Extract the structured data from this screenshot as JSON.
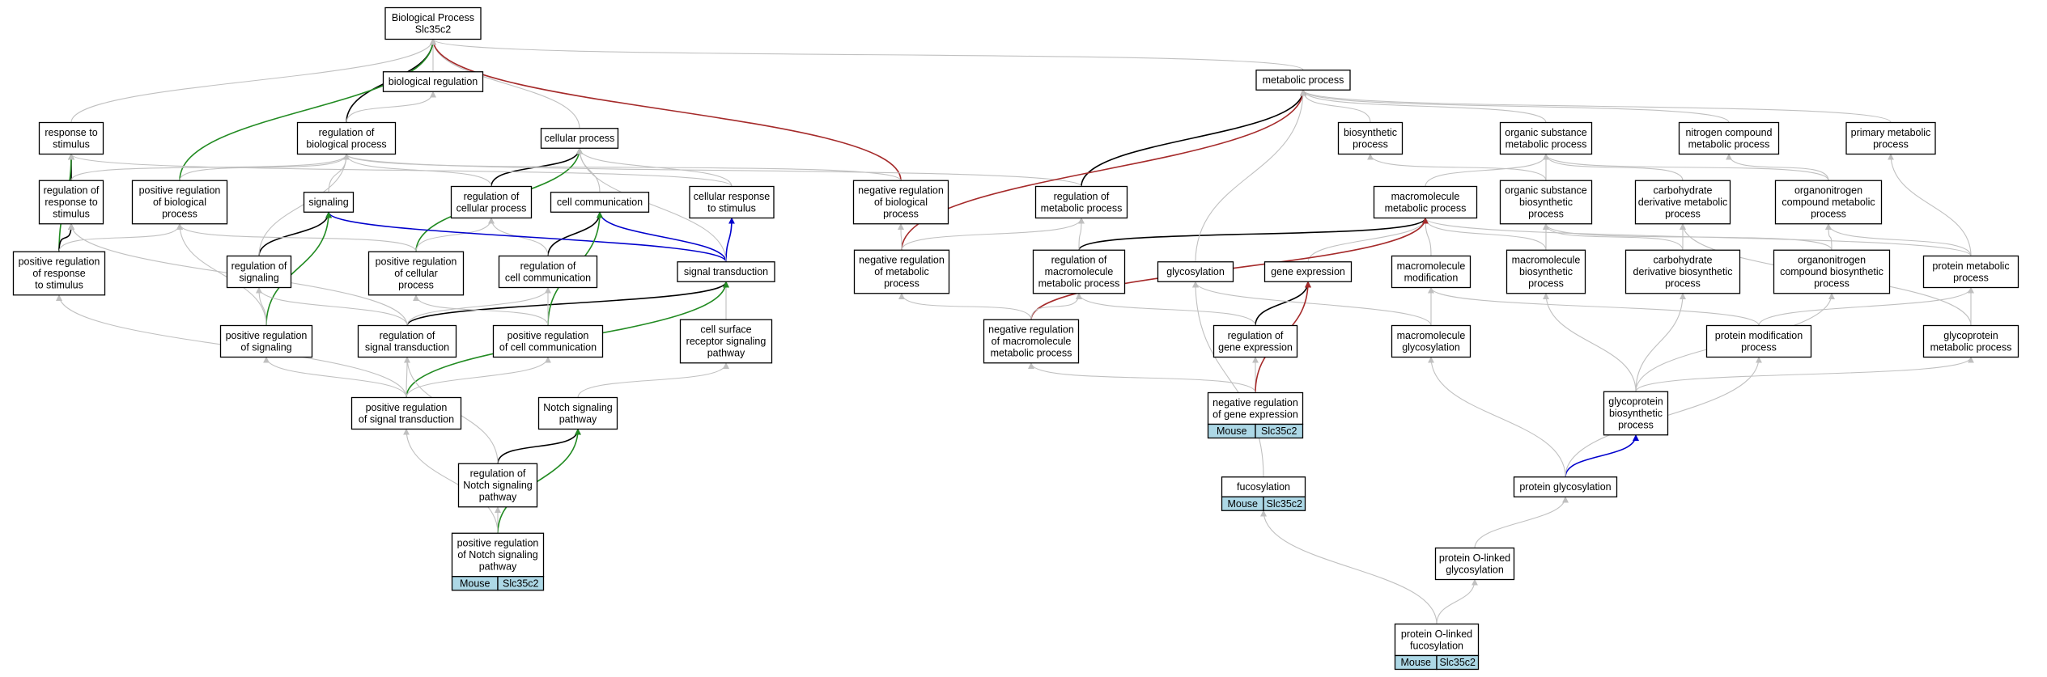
{
  "colors": {
    "gray": "#c0c0c0",
    "black": "#000000",
    "green": "#228b22",
    "blue": "#0000cd",
    "red": "#a52a2a",
    "tag": "#add8e6"
  },
  "nodes": [
    {
      "id": "bp",
      "lines": [
        "Biological Process",
        "Slc35c2"
      ]
    },
    {
      "id": "breg",
      "lines": [
        "biological regulation"
      ]
    },
    {
      "id": "resp",
      "lines": [
        "response to",
        "stimulus"
      ]
    },
    {
      "id": "regbp",
      "lines": [
        "regulation of",
        "biological process"
      ]
    },
    {
      "id": "cellp",
      "lines": [
        "cellular process"
      ]
    },
    {
      "id": "regresp",
      "lines": [
        "regulation of",
        "response to",
        "stimulus"
      ]
    },
    {
      "id": "posregbp",
      "lines": [
        "positive regulation",
        "of biological",
        "process"
      ]
    },
    {
      "id": "signaling",
      "lines": [
        "signaling"
      ]
    },
    {
      "id": "regcellp",
      "lines": [
        "regulation of",
        "cellular process"
      ]
    },
    {
      "id": "cellcomm",
      "lines": [
        "cell communication"
      ]
    },
    {
      "id": "cellresp",
      "lines": [
        "cellular response",
        "to stimulus"
      ]
    },
    {
      "id": "negregbp",
      "lines": [
        "negative regulation",
        "of biological",
        "process"
      ]
    },
    {
      "id": "posregresp",
      "lines": [
        "positive regulation",
        "of response",
        "to stimulus"
      ]
    },
    {
      "id": "regsig",
      "lines": [
        "regulation of",
        "signaling"
      ]
    },
    {
      "id": "posregcellp",
      "lines": [
        "positive regulation",
        "of cellular",
        "process"
      ]
    },
    {
      "id": "regcellcomm",
      "lines": [
        "regulation of",
        "cell communication"
      ]
    },
    {
      "id": "sigtrans",
      "lines": [
        "signal transduction"
      ]
    },
    {
      "id": "possig",
      "lines": [
        "positive regulation",
        "of signaling"
      ]
    },
    {
      "id": "regsigtrans",
      "lines": [
        "regulation of",
        "signal transduction"
      ]
    },
    {
      "id": "posregcellcomm",
      "lines": [
        "positive regulation",
        "of cell communication"
      ]
    },
    {
      "id": "cellsurf",
      "lines": [
        "cell surface",
        "receptor signaling",
        "pathway"
      ]
    },
    {
      "id": "posregsigtrans",
      "lines": [
        "positive regulation",
        "of signal transduction"
      ]
    },
    {
      "id": "notch",
      "lines": [
        "Notch signaling",
        "pathway"
      ]
    },
    {
      "id": "regnotch",
      "lines": [
        "regulation of",
        "Notch signaling",
        "pathway"
      ]
    },
    {
      "id": "posregnotch",
      "lines": [
        "positive regulation",
        "of Notch signaling",
        "pathway"
      ],
      "tag": [
        "Mouse",
        "Slc35c2"
      ]
    },
    {
      "id": "metab",
      "lines": [
        "metabolic process"
      ]
    },
    {
      "id": "biosyn",
      "lines": [
        "biosynthetic",
        "process"
      ]
    },
    {
      "id": "orgsub",
      "lines": [
        "organic substance",
        "metabolic process"
      ]
    },
    {
      "id": "nitro",
      "lines": [
        "nitrogen compound",
        "metabolic process"
      ]
    },
    {
      "id": "primary",
      "lines": [
        "primary metabolic",
        "process"
      ]
    },
    {
      "id": "regmetab",
      "lines": [
        "regulation of",
        "metabolic process"
      ]
    },
    {
      "id": "macro",
      "lines": [
        "macromolecule",
        "metabolic process"
      ]
    },
    {
      "id": "orgsubbio",
      "lines": [
        "organic substance",
        "biosynthetic",
        "process"
      ]
    },
    {
      "id": "carbmet",
      "lines": [
        "carbohydrate",
        "derivative metabolic",
        "process"
      ]
    },
    {
      "id": "organmet",
      "lines": [
        "organonitrogen",
        "compound metabolic",
        "process"
      ]
    },
    {
      "id": "negregmetab",
      "lines": [
        "negative regulation",
        "of metabolic",
        "process"
      ]
    },
    {
      "id": "regmacro",
      "lines": [
        "regulation of",
        "macromolecule",
        "metabolic process"
      ]
    },
    {
      "id": "glycosyl",
      "lines": [
        "glycosylation"
      ]
    },
    {
      "id": "geneexp",
      "lines": [
        "gene expression"
      ]
    },
    {
      "id": "macromod",
      "lines": [
        "macromolecule",
        "modification"
      ]
    },
    {
      "id": "macrobio",
      "lines": [
        "macromolecule",
        "biosynthetic",
        "process"
      ]
    },
    {
      "id": "carbbio",
      "lines": [
        "carbohydrate",
        "derivative biosynthetic",
        "process"
      ]
    },
    {
      "id": "organbio",
      "lines": [
        "organonitrogen",
        "compound biosynthetic",
        "process"
      ]
    },
    {
      "id": "protmet",
      "lines": [
        "protein metabolic",
        "process"
      ]
    },
    {
      "id": "negregmacro",
      "lines": [
        "negative regulation",
        "of macromolecule",
        "metabolic process"
      ]
    },
    {
      "id": "reggene",
      "lines": [
        "regulation of",
        "gene expression"
      ]
    },
    {
      "id": "macroglyc",
      "lines": [
        "macromolecule",
        "glycosylation"
      ]
    },
    {
      "id": "protmod",
      "lines": [
        "protein modification",
        "process"
      ]
    },
    {
      "id": "glycoprotmet",
      "lines": [
        "glycoprotein",
        "metabolic process"
      ]
    },
    {
      "id": "negreggene",
      "lines": [
        "negative regulation",
        "of gene expression"
      ],
      "tag": [
        "Mouse",
        "Slc35c2"
      ]
    },
    {
      "id": "glycoprotbio",
      "lines": [
        "glycoprotein",
        "biosynthetic",
        "process"
      ]
    },
    {
      "id": "fucosyl",
      "lines": [
        "fucosylation"
      ],
      "tag": [
        "Mouse",
        "Slc35c2"
      ]
    },
    {
      "id": "protglyc",
      "lines": [
        "protein glycosylation"
      ]
    },
    {
      "id": "protoglyc",
      "lines": [
        "protein O-linked",
        "glycosylation"
      ]
    },
    {
      "id": "protofuc",
      "lines": [
        "protein O-linked",
        "fucosylation"
      ],
      "tag": [
        "Mouse",
        "Slc35c2"
      ]
    }
  ],
  "edges": [
    {
      "from": "breg",
      "to": "bp",
      "type": "gray"
    },
    {
      "from": "resp",
      "to": "bp",
      "type": "gray"
    },
    {
      "from": "regbp",
      "to": "bp",
      "type": "black"
    },
    {
      "from": "regbp",
      "to": "breg",
      "type": "gray"
    },
    {
      "from": "cellp",
      "to": "bp",
      "type": "gray"
    },
    {
      "from": "posregbp",
      "to": "bp",
      "type": "green"
    },
    {
      "from": "negregbp",
      "to": "bp",
      "type": "red"
    },
    {
      "from": "metab",
      "to": "bp",
      "type": "gray"
    },
    {
      "from": "regresp",
      "to": "resp",
      "type": "black"
    },
    {
      "from": "regresp",
      "to": "regbp",
      "type": "gray"
    },
    {
      "from": "posregresp",
      "to": "resp",
      "type": "green"
    },
    {
      "from": "posregresp",
      "to": "regresp",
      "type": "black"
    },
    {
      "from": "posregresp",
      "to": "posregbp",
      "type": "gray"
    },
    {
      "from": "posregbp",
      "to": "regbp",
      "type": "gray"
    },
    {
      "from": "signaling",
      "to": "regbp",
      "type": "gray"
    },
    {
      "from": "regcellp",
      "to": "cellp",
      "type": "black"
    },
    {
      "from": "regcellp",
      "to": "regbp",
      "type": "gray"
    },
    {
      "from": "cellcomm",
      "to": "cellp",
      "type": "gray"
    },
    {
      "from": "cellresp",
      "to": "cellp",
      "type": "gray"
    },
    {
      "from": "cellresp",
      "to": "resp",
      "type": "gray"
    },
    {
      "from": "negregbp",
      "to": "regbp",
      "type": "gray"
    },
    {
      "from": "regsig",
      "to": "signaling",
      "type": "black"
    },
    {
      "from": "regsig",
      "to": "regbp",
      "type": "gray"
    },
    {
      "from": "posregcellp",
      "to": "cellp",
      "type": "green"
    },
    {
      "from": "posregcellp",
      "to": "regcellp",
      "type": "gray"
    },
    {
      "from": "posregcellp",
      "to": "posregbp",
      "type": "gray"
    },
    {
      "from": "regcellcomm",
      "to": "cellcomm",
      "type": "black"
    },
    {
      "from": "regcellcomm",
      "to": "regcellp",
      "type": "gray"
    },
    {
      "from": "sigtrans",
      "to": "signaling",
      "type": "blue"
    },
    {
      "from": "sigtrans",
      "to": "cellcomm",
      "type": "blue"
    },
    {
      "from": "sigtrans",
      "to": "cellresp",
      "type": "blue"
    },
    {
      "from": "sigtrans",
      "to": "cellp",
      "type": "gray"
    },
    {
      "from": "possig",
      "to": "signaling",
      "type": "green"
    },
    {
      "from": "possig",
      "to": "regsig",
      "type": "gray"
    },
    {
      "from": "possig",
      "to": "posregbp",
      "type": "gray"
    },
    {
      "from": "regsigtrans",
      "to": "sigtrans",
      "type": "black"
    },
    {
      "from": "regsigtrans",
      "to": "regsig",
      "type": "gray"
    },
    {
      "from": "regsigtrans",
      "to": "regcellcomm",
      "type": "gray"
    },
    {
      "from": "regsigtrans",
      "to": "regresp",
      "type": "gray"
    },
    {
      "from": "posregcellcomm",
      "to": "cellcomm",
      "type": "green"
    },
    {
      "from": "posregcellcomm",
      "to": "regcellcomm",
      "type": "gray"
    },
    {
      "from": "posregcellcomm",
      "to": "posregcellp",
      "type": "gray"
    },
    {
      "from": "cellsurf",
      "to": "sigtrans",
      "type": "gray"
    },
    {
      "from": "posregsigtrans",
      "to": "sigtrans",
      "type": "green"
    },
    {
      "from": "posregsigtrans",
      "to": "regsigtrans",
      "type": "gray"
    },
    {
      "from": "posregsigtrans",
      "to": "possig",
      "type": "gray"
    },
    {
      "from": "posregsigtrans",
      "to": "posregcellcomm",
      "type": "gray"
    },
    {
      "from": "posregsigtrans",
      "to": "posregresp",
      "type": "gray"
    },
    {
      "from": "notch",
      "to": "cellsurf",
      "type": "gray"
    },
    {
      "from": "regnotch",
      "to": "notch",
      "type": "black"
    },
    {
      "from": "regnotch",
      "to": "regsigtrans",
      "type": "gray"
    },
    {
      "from": "posregnotch",
      "to": "regnotch",
      "type": "gray"
    },
    {
      "from": "posregnotch",
      "to": "notch",
      "type": "green"
    },
    {
      "from": "posregnotch",
      "to": "posregsigtrans",
      "type": "gray"
    },
    {
      "from": "biosyn",
      "to": "metab",
      "type": "gray"
    },
    {
      "from": "orgsub",
      "to": "metab",
      "type": "gray"
    },
    {
      "from": "nitro",
      "to": "metab",
      "type": "gray"
    },
    {
      "from": "primary",
      "to": "metab",
      "type": "gray"
    },
    {
      "from": "regmetab",
      "to": "metab",
      "type": "black"
    },
    {
      "from": "regmetab",
      "to": "regbp",
      "type": "gray"
    },
    {
      "from": "macro",
      "to": "orgsub",
      "type": "gray"
    },
    {
      "from": "orgsubbio",
      "to": "orgsub",
      "type": "gray"
    },
    {
      "from": "orgsubbio",
      "to": "biosyn",
      "type": "gray"
    },
    {
      "from": "carbmet",
      "to": "orgsub",
      "type": "gray"
    },
    {
      "from": "organmet",
      "to": "orgsub",
      "type": "gray"
    },
    {
      "from": "organmet",
      "to": "nitro",
      "type": "gray"
    },
    {
      "from": "negregmetab",
      "to": "metab",
      "type": "red"
    },
    {
      "from": "negregmetab",
      "to": "regmetab",
      "type": "gray"
    },
    {
      "from": "negregmetab",
      "to": "negregbp",
      "type": "gray"
    },
    {
      "from": "regmacro",
      "to": "macro",
      "type": "black"
    },
    {
      "from": "regmacro",
      "to": "regmetab",
      "type": "gray"
    },
    {
      "from": "glycosyl",
      "to": "metab",
      "type": "gray"
    },
    {
      "from": "geneexp",
      "to": "macro",
      "type": "gray"
    },
    {
      "from": "macromod",
      "to": "macro",
      "type": "gray"
    },
    {
      "from": "macrobio",
      "to": "macro",
      "type": "gray"
    },
    {
      "from": "macrobio",
      "to": "orgsubbio",
      "type": "gray"
    },
    {
      "from": "carbbio",
      "to": "carbmet",
      "type": "gray"
    },
    {
      "from": "carbbio",
      "to": "orgsubbio",
      "type": "gray"
    },
    {
      "from": "organbio",
      "to": "organmet",
      "type": "gray"
    },
    {
      "from": "organbio",
      "to": "orgsubbio",
      "type": "gray"
    },
    {
      "from": "protmet",
      "to": "primary",
      "type": "gray"
    },
    {
      "from": "protmet",
      "to": "organmet",
      "type": "gray"
    },
    {
      "from": "protmet",
      "to": "macro",
      "type": "gray"
    },
    {
      "from": "negregmacro",
      "to": "macro",
      "type": "red"
    },
    {
      "from": "negregmacro",
      "to": "regmacro",
      "type": "gray"
    },
    {
      "from": "negregmacro",
      "to": "negregmetab",
      "type": "gray"
    },
    {
      "from": "reggene",
      "to": "geneexp",
      "type": "black"
    },
    {
      "from": "reggene",
      "to": "regmacro",
      "type": "gray"
    },
    {
      "from": "macroglyc",
      "to": "macromod",
      "type": "gray"
    },
    {
      "from": "macroglyc",
      "to": "glycosyl",
      "type": "gray"
    },
    {
      "from": "protmod",
      "to": "macromod",
      "type": "gray"
    },
    {
      "from": "protmod",
      "to": "protmet",
      "type": "gray"
    },
    {
      "from": "glycoprotmet",
      "to": "protmet",
      "type": "gray"
    },
    {
      "from": "glycoprotmet",
      "to": "carbmet",
      "type": "gray"
    },
    {
      "from": "negreggene",
      "to": "reggene",
      "type": "gray"
    },
    {
      "from": "negreggene",
      "to": "geneexp",
      "type": "red"
    },
    {
      "from": "negreggene",
      "to": "negregmacro",
      "type": "gray"
    },
    {
      "from": "glycoprotbio",
      "to": "glycoprotmet",
      "type": "gray"
    },
    {
      "from": "glycoprotbio",
      "to": "carbbio",
      "type": "gray"
    },
    {
      "from": "glycoprotbio",
      "to": "macrobio",
      "type": "gray"
    },
    {
      "from": "glycoprotbio",
      "to": "organbio",
      "type": "gray"
    },
    {
      "from": "fucosyl",
      "to": "glycosyl",
      "type": "gray"
    },
    {
      "from": "protglyc",
      "to": "glycoprotbio",
      "type": "blue"
    },
    {
      "from": "protglyc",
      "to": "macroglyc",
      "type": "gray"
    },
    {
      "from": "protglyc",
      "to": "protmod",
      "type": "gray"
    },
    {
      "from": "protoglyc",
      "to": "protglyc",
      "type": "gray"
    },
    {
      "from": "protofuc",
      "to": "fucosyl",
      "type": "gray"
    },
    {
      "from": "protofuc",
      "to": "protoglyc",
      "type": "gray"
    }
  ]
}
